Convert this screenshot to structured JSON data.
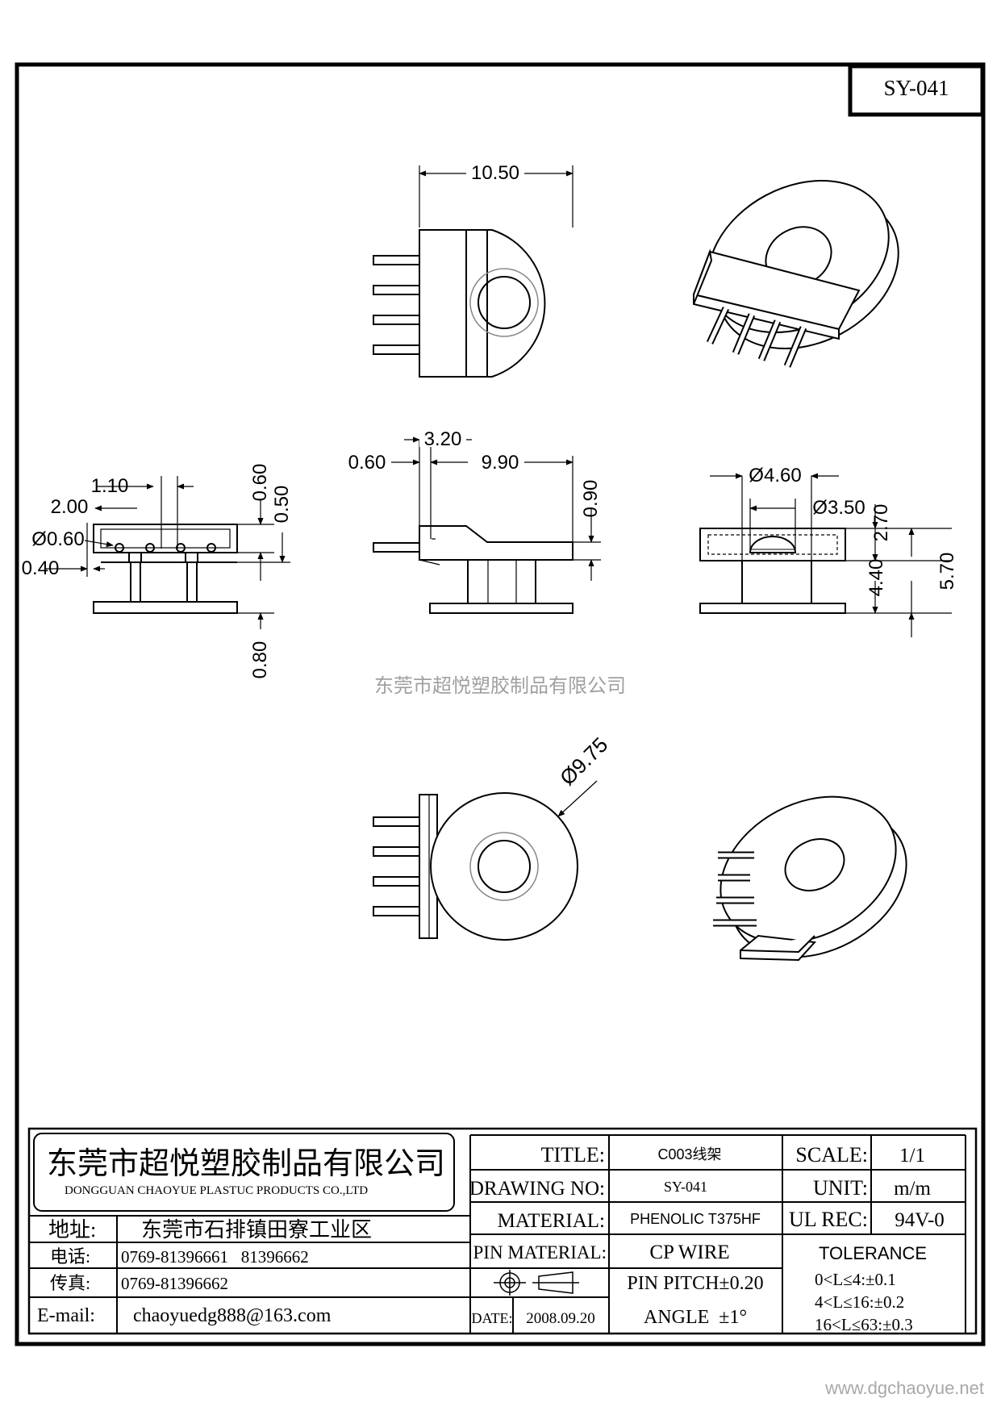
{
  "drawing_code": "SY-041",
  "dimensions": {
    "top_width": "10.50",
    "offset_320": "3.20",
    "offset_060": "0.60",
    "length_990": "9.90",
    "height_090": "0.90",
    "pin_110": "1.10",
    "pin_200": "2.00",
    "pin_dia": "Ø0.60",
    "pin_040": "0.40",
    "v_060": "0.60",
    "v_050": "0.50",
    "v_080": "0.80",
    "dia_460": "Ø4.60",
    "dia_350": "Ø3.50",
    "h_270": "2.70",
    "h_440": "4.40",
    "h_570": "5.70",
    "dia_975": "Ø9.75"
  },
  "watermark_company": "东莞市超悦塑胶制品有限公司",
  "title_block": {
    "company_cn": "东莞市超悦塑胶制品有限公司",
    "company_en": "DONGGUAN CHAOYUE PLASTUC PRODUCTS CO.,LTD",
    "address_label": "地址:",
    "address_value": "东莞市石排镇田寮工业区",
    "phone_label": "电话:",
    "phone_value": "0769-81396661   81396662",
    "fax_label": "传真:",
    "fax_value": "0769-81396662",
    "email_label": "E-mail:",
    "email_value": "chaoyuedg888@163.com",
    "title_label": "TITLE:",
    "title_value": "C003线架",
    "drawing_no_label": "DRAWING NO:",
    "drawing_no_value": "SY-041",
    "material_label": "MATERIAL:",
    "material_value": "PHENOLIC T375HF",
    "pin_material_label": "PIN MATERIAL:",
    "pin_material_value": "CP WIRE",
    "pin_pitch": "PIN PITCH±0.20",
    "angle": "ANGLE  ±1°",
    "date_label": "DATE:",
    "date_value": "2008.09.20",
    "scale_label": "SCALE:",
    "scale_value": "1/1",
    "unit_label": "UNIT:",
    "unit_value": "m/m",
    "ul_rec_label": "UL REC:",
    "ul_rec_value": "94V-0",
    "tolerance_label": "TOLERANCE",
    "tolerance_rows": [
      "0<L≤4:±0.1",
      "4<L≤16:±0.2",
      "16<L≤63:±0.3"
    ]
  },
  "website": "www.dgchaoyue.net"
}
